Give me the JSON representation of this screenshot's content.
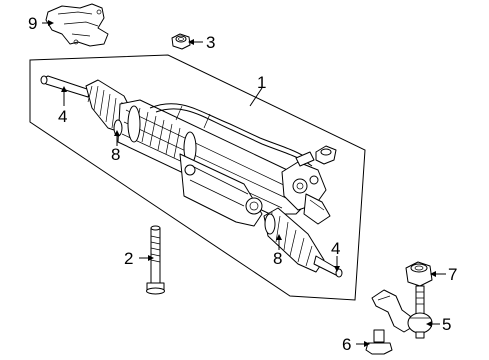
{
  "callouts": [
    {
      "id": "1",
      "text": "1"
    },
    {
      "id": "2",
      "text": "2"
    },
    {
      "id": "3",
      "text": "3"
    },
    {
      "id": "4a",
      "text": "4"
    },
    {
      "id": "4b",
      "text": "4"
    },
    {
      "id": "5",
      "text": "5"
    },
    {
      "id": "6",
      "text": "6"
    },
    {
      "id": "7",
      "text": "7"
    },
    {
      "id": "8a",
      "text": "8"
    },
    {
      "id": "8b",
      "text": "8"
    },
    {
      "id": "9",
      "text": "9"
    }
  ]
}
